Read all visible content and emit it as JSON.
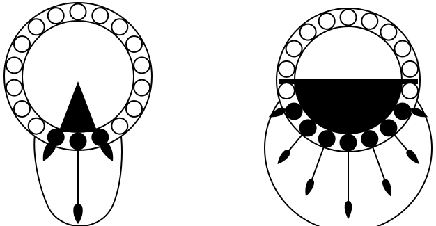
{
  "colors": {
    "background": "#ffffff",
    "stroke": "#000000",
    "fill_dark": "#000000",
    "fill_light": "#ffffff"
  },
  "figures": [
    {
      "name": "left-figure",
      "description_name": "narrow-beam-bearing",
      "outer_balls": 18,
      "dark_balls": 3,
      "arrows": 3,
      "beam": "triangle"
    },
    {
      "name": "right-figure",
      "description_name": "wide-beam-bearing",
      "outer_balls": 18,
      "dark_balls": 7,
      "arrows": 7,
      "beam": "half-disc"
    }
  ]
}
